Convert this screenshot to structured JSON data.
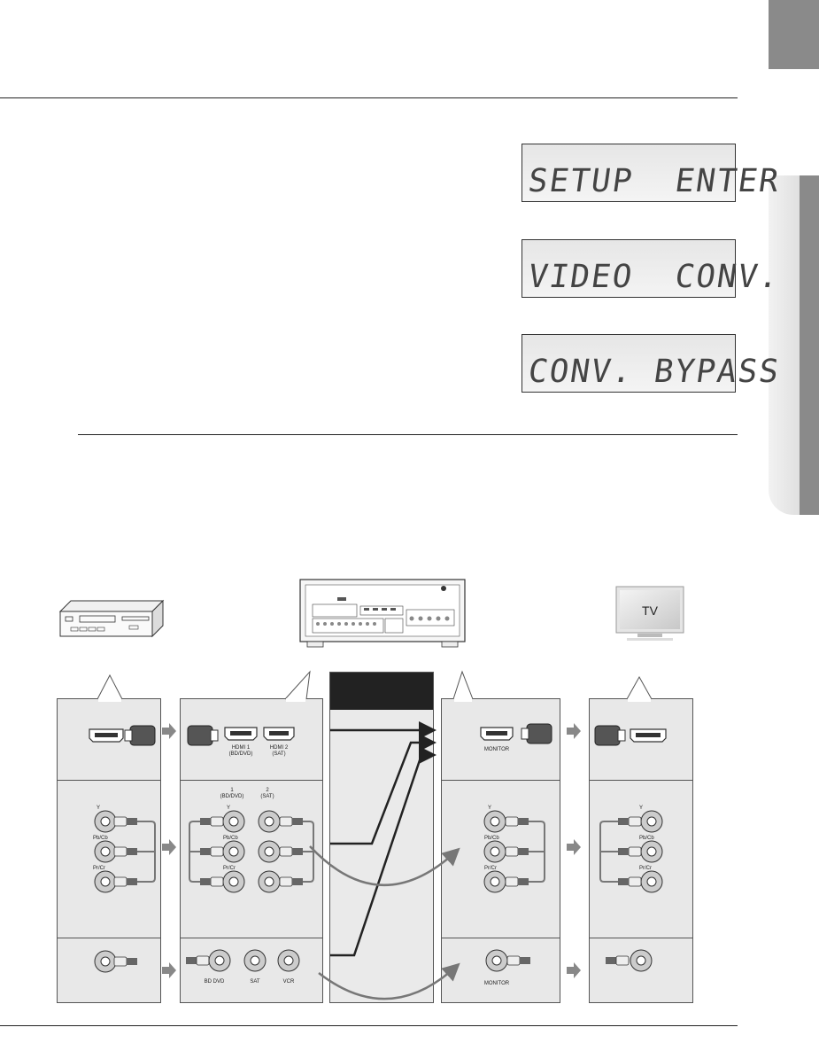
{
  "lcd_displays": [
    {
      "text": "SETUP  ENTER"
    },
    {
      "text": "VIDEO  CONV."
    },
    {
      "text": "CONV. BYPASS"
    }
  ],
  "tv_label": "TV",
  "labels": {
    "hdmi1": "HDMI 1",
    "hdmi1_sub": "(BD/DVD)",
    "hdmi2": "HDMI 2",
    "hdmi2_sub": "(SAT)",
    "monitor_hdmi": "MONITOR",
    "comp_in1": "1",
    "comp_in1_sub": "(BD/DVD)",
    "comp_in2": "2",
    "comp_in2_sub": "(SAT)",
    "y": "Y",
    "pb": "Pb/Cb",
    "pr": "Pr/Cr",
    "bd_dvd": "BD DVD",
    "sat": "SAT",
    "vcr": "VCR",
    "monitor_comp": "MONITOR"
  }
}
